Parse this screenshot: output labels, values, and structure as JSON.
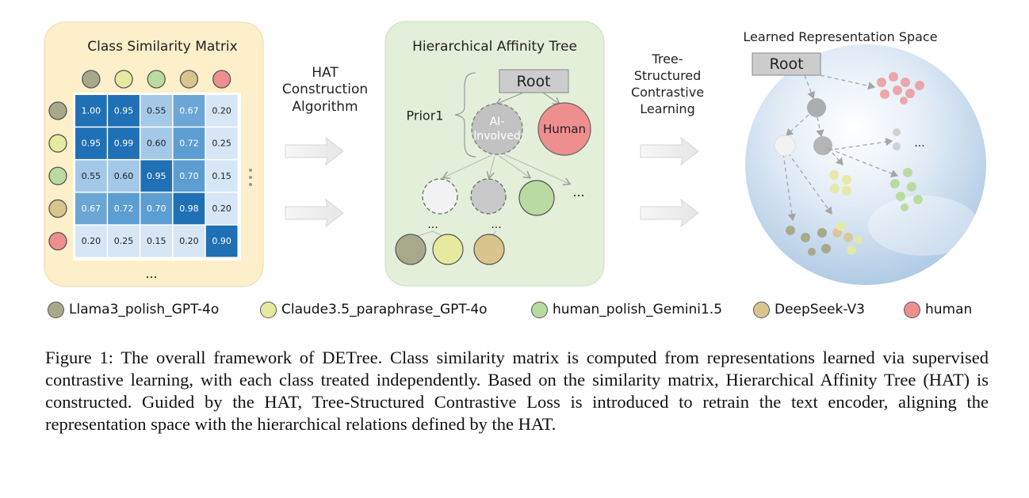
{
  "colors": {
    "llama": "#a8a98a",
    "claude": "#e6ea9e",
    "human_polish": "#b9dba1",
    "deepseek": "#dac48e",
    "human": "#ef8e8f",
    "panel_left": "#fcefc9",
    "panel_mid": "#e3efd8"
  },
  "panels": {
    "matrix_title": "Class Similarity Matrix",
    "tree_title": "Hierarchical Affinity Tree",
    "space_title": "Learned Representation Space"
  },
  "arrows": {
    "hat_line1": "HAT",
    "hat_line2": "Construction",
    "hat_line3": "Algorithm",
    "tree_line1": "Tree-",
    "tree_line2": "Structured",
    "tree_line3": "Contrastive",
    "tree_line4": "Learning"
  },
  "matrix": {
    "values": [
      [
        "1.00",
        "0.95",
        "0.55",
        "0.67",
        "0.20"
      ],
      [
        "0.95",
        "0.99",
        "0.60",
        "0.72",
        "0.25"
      ],
      [
        "0.55",
        "0.60",
        "0.95",
        "0.70",
        "0.15"
      ],
      [
        "0.67",
        "0.72",
        "0.70",
        "0.98",
        "0.20"
      ],
      [
        "0.20",
        "0.25",
        "0.15",
        "0.20",
        "0.90"
      ]
    ],
    "ellipsis": "..."
  },
  "tree": {
    "root": "Root",
    "prior": "Prior1",
    "ai_line1": "AI-",
    "ai_line2": "Involved",
    "human": "Human",
    "ellipsis": "..."
  },
  "space": {
    "root": "Root",
    "ellipsis": "..."
  },
  "legend": [
    {
      "label": "Llama3_polish_GPT-4o",
      "color": "#a8a98a"
    },
    {
      "label": "Claude3.5_paraphrase_GPT-4o",
      "color": "#e6ea9e"
    },
    {
      "label": "human_polish_Gemini1.5",
      "color": "#b9dba1"
    },
    {
      "label": "DeepSeek-V3",
      "color": "#dac48e"
    },
    {
      "label": "human",
      "color": "#ef8e8f"
    }
  ],
  "caption": "Figure 1: The overall framework of DETree. Class similarity matrix is computed from representations learned via supervised contrastive learning, with each class treated independently. Based on the similarity matrix, Hierarchical Affinity Tree (HAT) is constructed. Guided by the HAT, Tree-Structured Contrastive Loss is introduced to retrain the text encoder, aligning the representation space with the hierarchical relations defined by the HAT."
}
